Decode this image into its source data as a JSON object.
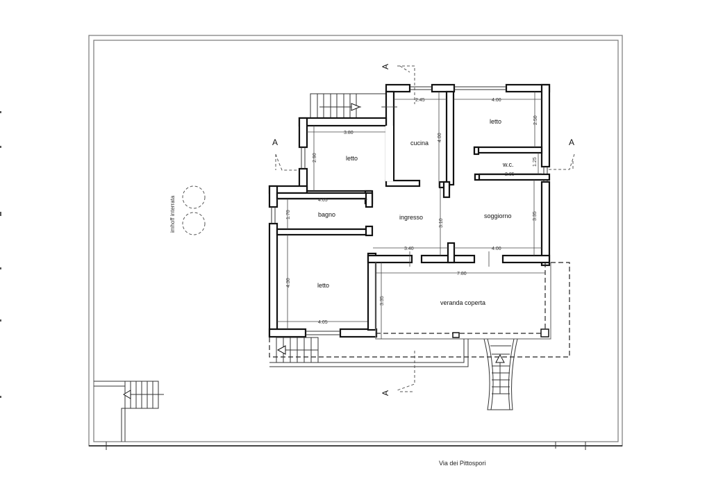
{
  "drawing": {
    "type": "floor plan",
    "street_label": "Via dei Pittospori",
    "septic_label": "imhoff interrata",
    "section_marker": "A",
    "rooms": [
      {
        "name": "cucina",
        "width": "2.45",
        "depth": "4.00"
      },
      {
        "name": "letto",
        "id": "bedroom-nw",
        "width": "3.80",
        "depth": "2.90"
      },
      {
        "name": "letto",
        "id": "bedroom-ne",
        "width": "4.00",
        "depth": "2.50"
      },
      {
        "name": "w.c.",
        "width": "2.85",
        "depth": "1.25"
      },
      {
        "name": "bagno",
        "width": "4.05",
        "depth": "1.70"
      },
      {
        "name": "ingresso",
        "width": "3.40",
        "depth": "3.10"
      },
      {
        "name": "soggiorno",
        "width": "4.00",
        "depth": "3.35"
      },
      {
        "name": "letto",
        "id": "bedroom-sw",
        "width": "4.05",
        "depth": "4.30"
      },
      {
        "name": "veranda coperta",
        "width": "7.80",
        "depth": "3.35"
      }
    ],
    "labels": {
      "cucina": "cucina",
      "letto_nw": "letto",
      "letto_ne": "letto",
      "wc": "w.c.",
      "bagno": "bagno",
      "ingresso": "ingresso",
      "soggiorno": "soggiorno",
      "letto_sw": "letto",
      "veranda": "veranda coperta"
    },
    "dimensions": {
      "cucina_w": "2.45",
      "cucina_d": "4.00",
      "letto_nw_w": "3.80",
      "letto_nw_d": "2.90",
      "letto_ne_w": "4.00",
      "letto_ne_d": "2.50",
      "wc_w": "2.85",
      "wc_d": "1.25",
      "bagno_w": "4.05",
      "bagno_d": "1.70",
      "ingresso_w": "3.40",
      "ingresso_d": "3.10",
      "soggiorno_w": "4.00",
      "soggiorno_d": "3.35",
      "letto_sw_w": "4.05",
      "letto_sw_d": "4.30",
      "veranda_w": "7.80",
      "veranda_d": "3.35"
    }
  }
}
